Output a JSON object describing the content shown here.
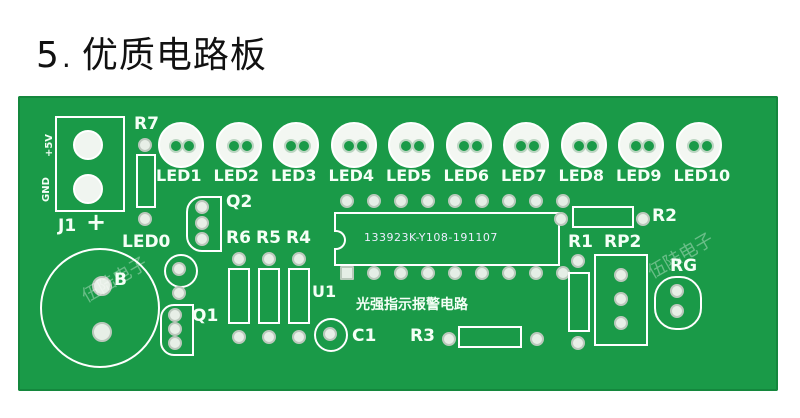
{
  "heading": {
    "number": "5",
    "title": "优质电路板"
  },
  "board": {
    "led_labels": [
      "LED1",
      "LED2",
      "LED3",
      "LED4",
      "LED5",
      "LED6",
      "LED7",
      "LED8",
      "LED9",
      "LED10"
    ],
    "ic_code": "133923K-Y108-191107",
    "labels": {
      "r7": "R7",
      "power": "+5V",
      "gnd": "GND",
      "j1": "J1",
      "plus": "+",
      "q2": "Q2",
      "led0": "LED0",
      "b": "B",
      "q1": "Q1",
      "r6": "R6",
      "r5": "R5",
      "r4": "R4",
      "u1": "U1",
      "c1": "C1",
      "r3": "R3",
      "r2": "R2",
      "r1": "R1",
      "rp2": "RP2",
      "rg": "RG",
      "circuit_name": "光强指示报警电路"
    },
    "watermark": "伍陆电子"
  }
}
